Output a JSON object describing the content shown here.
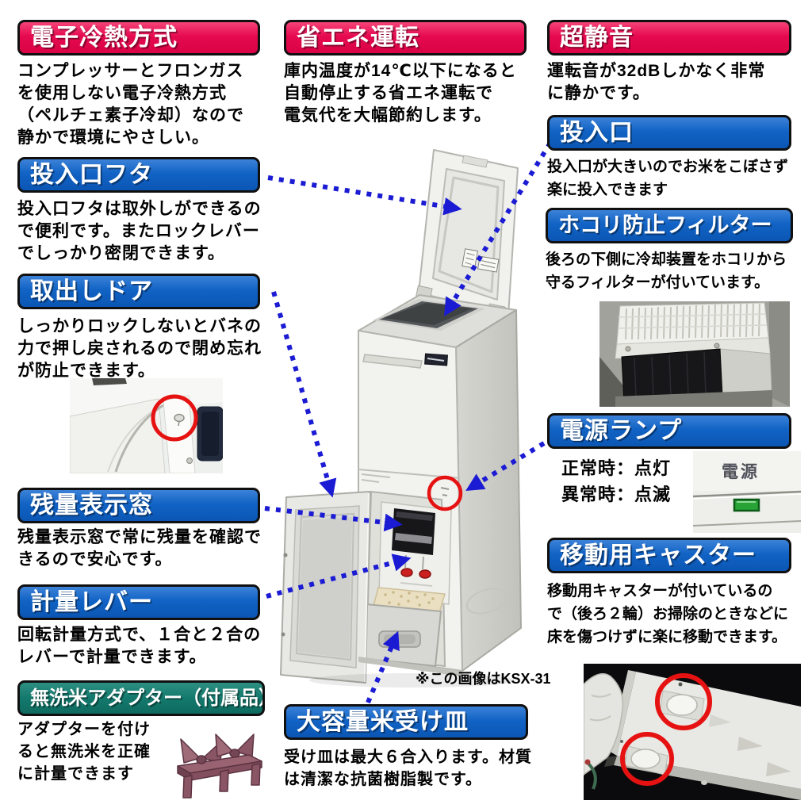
{
  "note": "※この画像はKSX-31",
  "colors": {
    "banner_red": "#e60a50",
    "banner_blue": "#1163c5",
    "banner_teal": "#14796d",
    "arrow_blue": "#1b1bd4",
    "highlight_red": "#e61212",
    "lamp_green": "#28a335"
  },
  "icons": {
    "arrow": "dotted-blue-arrow",
    "highlight": "red-circle-highlight"
  },
  "sections": {
    "cooling": {
      "title": "電子冷熱方式",
      "body": "コンプレッサーとフロンガス\nを使用しない電子冷熱方式\n（ペルチェ素子冷却）なので\n静かで環境にやさしい。"
    },
    "eco": {
      "title": "省エネ運転",
      "body": "庫内温度が14℃以下になると\n自動停止する省エネ運転で\n電気代を大幅節約します。"
    },
    "quiet": {
      "title": "超静音",
      "body": "運転音が32dBしかなく非常\nに静かです。"
    },
    "lid": {
      "title": "投入口フタ",
      "body": "投入口フタは取外しができるの\nで便利です。またロックレバー\nでしっかり密閉できます。"
    },
    "door": {
      "title": "取出しドア",
      "body": "しっかりロックしないとバネの\n力で押し戻されるので閉め忘れ\nが防止できます。"
    },
    "inlet": {
      "title": "投入口",
      "body": "投入口が大きいのでお米をこぼさず\n楽に投入できます"
    },
    "filter": {
      "title": "ホコリ防止フィルター",
      "body": "後ろの下側に冷却装置をホコリから\n守るフィルターが付いています。"
    },
    "lamp": {
      "title": "電源ランプ",
      "body": "正常時：点灯\n異常時：点滅",
      "photo_label": "電源"
    },
    "window": {
      "title": "残量表示窓",
      "body": "残量表示窓で常に残量を確認で\nきるので安心です。"
    },
    "lever": {
      "title": "計量レバー",
      "body": "回転計量方式で、１合と２合の\nレバーで計量できます。"
    },
    "adapter": {
      "title": "無洗米アダプター（付属品）",
      "body": "アダプターを付け\nると無洗米を正確\nに計量できます"
    },
    "tray": {
      "title": "大容量米受け皿",
      "body": "受け皿は最大６合入ります。材質\nは清潔な抗菌樹脂製です。"
    },
    "caster": {
      "title": "移動用キャスター",
      "body": "移動用キャスターが付いているの\nで（後ろ２輪）お掃除のときなどに\n床を傷つけずに楽に移動できます。"
    }
  }
}
